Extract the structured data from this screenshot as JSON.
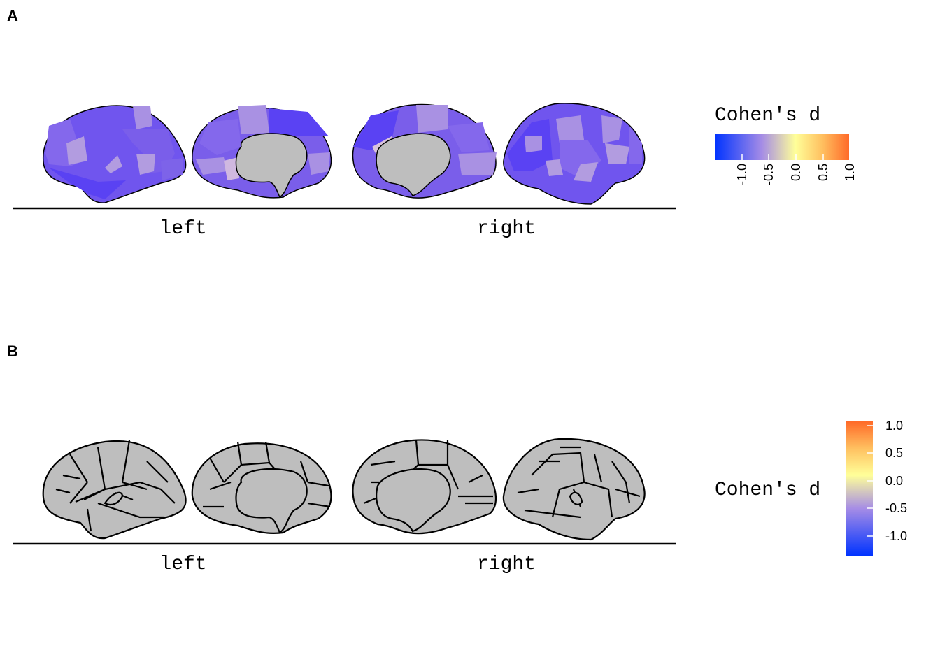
{
  "panels": [
    {
      "label": "A",
      "hemispheres": [
        "left",
        "right"
      ],
      "legend": {
        "title": "Cohen's d",
        "ticks": [
          "-1.0",
          "-0.5",
          "0.0",
          "0.5",
          "1.0"
        ],
        "orientation": "horizontal"
      }
    },
    {
      "label": "B",
      "hemispheres": [
        "left",
        "right"
      ],
      "legend": {
        "title": "Cohen's d",
        "ticks": [
          "1.0",
          "0.5",
          "0.0",
          "-0.5",
          "-1.0"
        ],
        "orientation": "vertical"
      }
    }
  ],
  "colors": {
    "scale": [
      "#0033ff",
      "#a58ce6",
      "#ffff99",
      "#ffd060",
      "#ff6a28"
    ],
    "dominant_region": "#7055ee",
    "light_region": "#b29ce0",
    "medial_wall": "#bebebe",
    "outline_fill": "#bebebe"
  }
}
